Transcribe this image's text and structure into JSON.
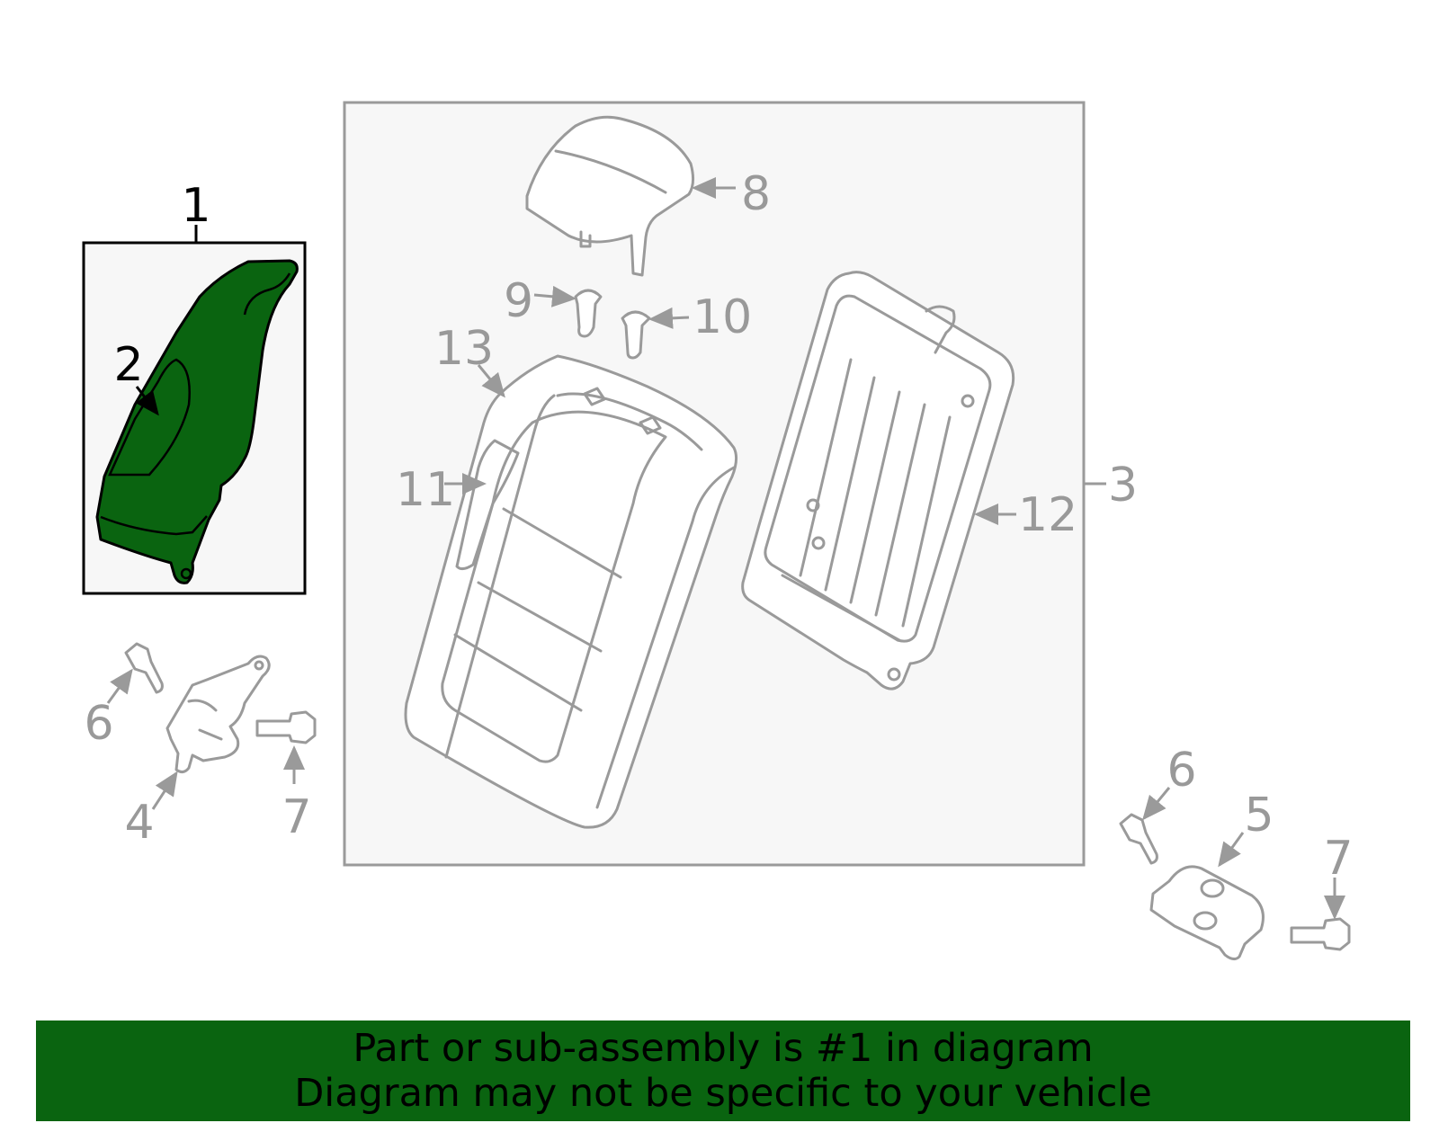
{
  "colors": {
    "highlight_fill": "#0a6410",
    "part_line": "#9a9a9a",
    "panel_fill": "#f7f7f7",
    "banner_fill": "#0a6410",
    "banner_text": "#000000"
  },
  "callouts": {
    "c1": "1",
    "c2": "2",
    "c3": "3",
    "c4": "4",
    "c5": "5",
    "c6a": "6",
    "c6b": "6",
    "c7a": "7",
    "c7b": "7",
    "c8": "8",
    "c9": "9",
    "c10": "10",
    "c11": "11",
    "c12": "12",
    "c13": "13"
  },
  "banner": {
    "line1": "Part or sub-assembly is #1 in diagram",
    "line2": "Diagram may not be specific to your vehicle"
  }
}
